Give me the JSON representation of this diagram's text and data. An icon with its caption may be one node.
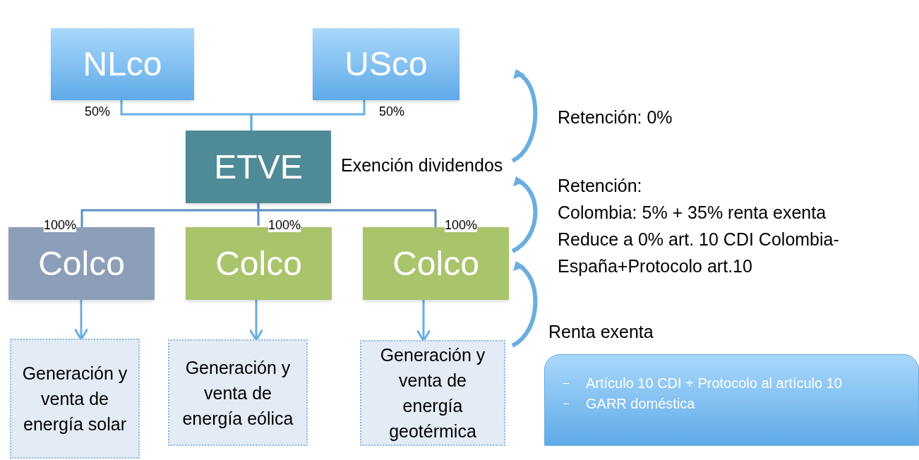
{
  "diagram": {
    "nodes": [
      {
        "text": [
          "NLco"
        ]
      },
      {
        "text": [
          "USco"
        ]
      },
      {
        "text": [
          "ETVE"
        ]
      },
      {
        "text": [
          "Colco"
        ]
      },
      {
        "text": [
          "Colco"
        ]
      },
      {
        "text": [
          "Colco"
        ]
      },
      {
        "text": [
          "Generación y venta de energía solar"
        ]
      },
      {
        "text": [
          "Generación y venta de energía eólica"
        ]
      },
      {
        "text": [
          "Generación y venta de energía geotérmica"
        ]
      },
      {
        "text": [
          "Artículo 10 CDI + Protocolo al artículo 10",
          "GARR doméstica"
        ]
      }
    ],
    "edges": [
      {
        "from": 0,
        "to": 2,
        "arrow": "none",
        "label": "50%"
      },
      {
        "from": 1,
        "to": 2,
        "arrow": "none",
        "label": "50%"
      },
      {
        "from": 2,
        "to": 3,
        "arrow": "none",
        "label": "100%",
        "color": "#5b8fc4"
      },
      {
        "from": 2,
        "to": 4,
        "arrow": "none",
        "label": "100%",
        "color": "#5b8fc4"
      },
      {
        "from": 2,
        "to": 5,
        "arrow": "none",
        "label": "100%",
        "color": "#5b8fc4"
      },
      {
        "from": 3,
        "to": 6,
        "arrow": "to"
      },
      {
        "from": 4,
        "to": 7,
        "arrow": "to"
      },
      {
        "from": 5,
        "to": 8,
        "arrow": "to"
      }
    ],
    "labels": [
      "Retención: 0%",
      "Exención dividendos",
      "Retención:",
      "Colombia: 5% + 35% renta exenta",
      "Reduce a 0% art. 10 CDI Colombia-España+Protocolo art.10",
      "Renta exenta"
    ]
  }
}
